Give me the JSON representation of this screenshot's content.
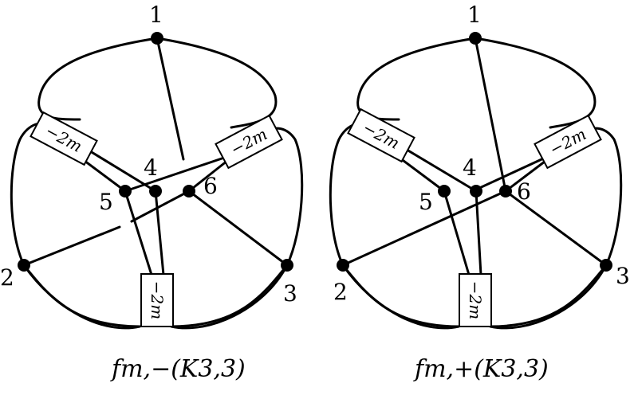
{
  "diagram": {
    "left": {
      "caption": "fm,−(K3,3)",
      "vertex_labels": [
        "1",
        "2",
        "3",
        "4",
        "5",
        "6"
      ],
      "box_labels": [
        "−2m",
        "−2m",
        "−2m"
      ]
    },
    "right": {
      "caption": "fm,+(K3,3)",
      "vertex_labels": [
        "1",
        "2",
        "3",
        "4",
        "5",
        "6"
      ],
      "box_labels": [
        "−2m",
        "−2m",
        "−2m"
      ]
    }
  },
  "colors": {
    "stroke": "#000000",
    "background": "#ffffff"
  }
}
